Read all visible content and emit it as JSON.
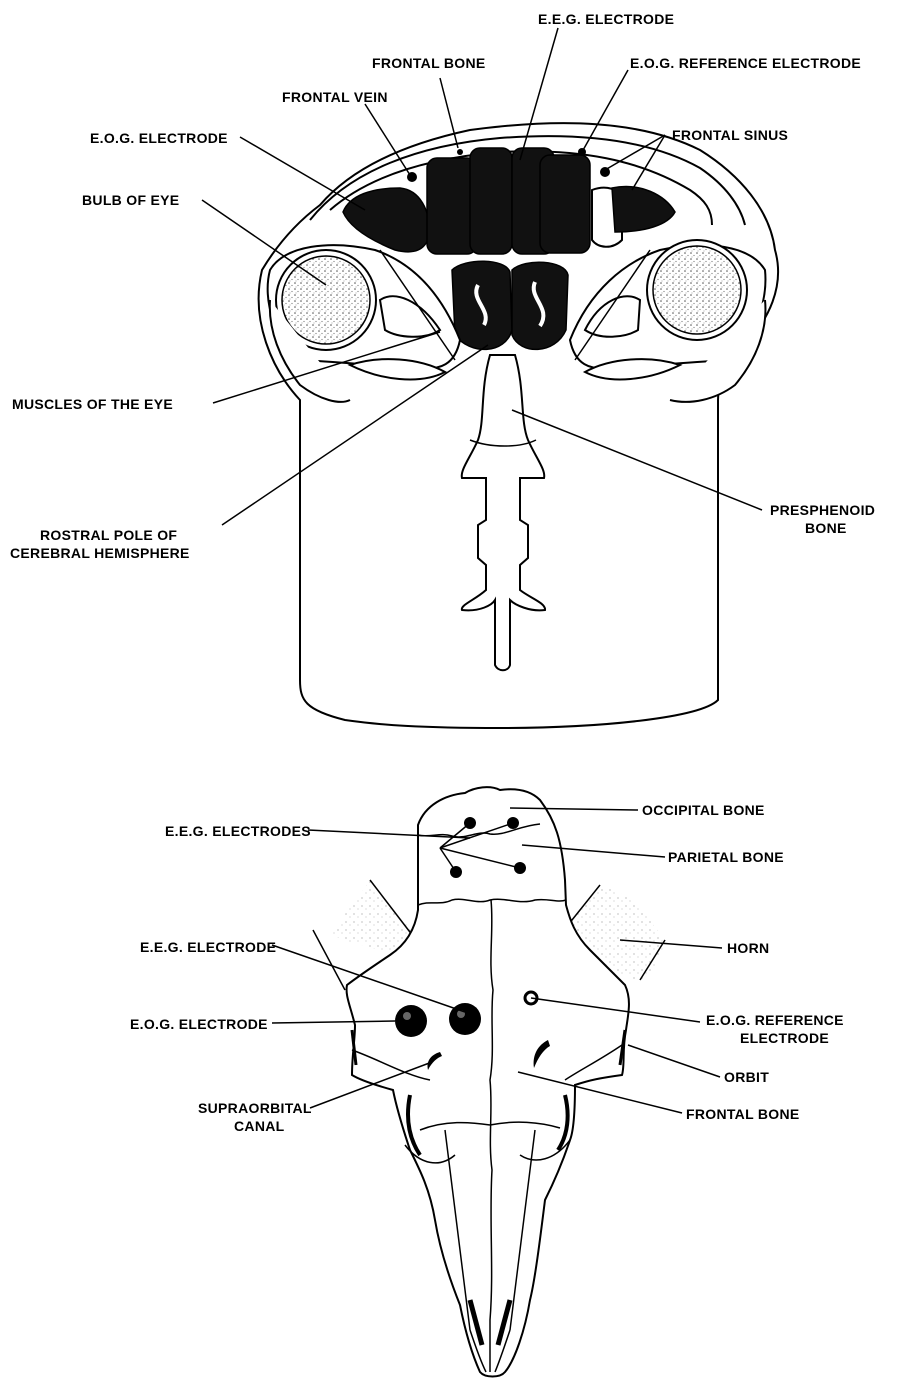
{
  "colors": {
    "ink": "#000000",
    "paper": "#ffffff",
    "stipple": "#bdbdbd"
  },
  "section_labels": {
    "eeg_electrode": "E.E.G. ELECTRODE",
    "frontal_bone": "FRONTAL BONE",
    "eog_reference_electrode": "E.O.G. REFERENCE ELECTRODE",
    "frontal_vein": "FRONTAL VEIN",
    "frontal_sinus": "FRONTAL SINUS",
    "eog_electrode": "E.O.G. ELECTRODE",
    "bulb_of_eye": "BULB OF EYE",
    "muscles_of_eye": "MUSCLES OF THE EYE",
    "rostral_pole_1": "ROSTRAL POLE OF",
    "rostral_pole_2": "CEREBRAL HEMISPHERE",
    "presphenoid_1": "PRESPHENOID",
    "presphenoid_2": "BONE"
  },
  "skull_labels": {
    "occipital_bone": "OCCIPITAL BONE",
    "eeg_electrodes": "E.E.G. ELECTRODES",
    "parietal_bone": "PARIETAL BONE",
    "eeg_electrode": "E.E.G. ELECTRODE",
    "horn": "HORN",
    "eog_electrode": "E.O.G. ELECTRODE",
    "eog_reference_1": "E.O.G. REFERENCE",
    "eog_reference_2": "ELECTRODE",
    "orbit": "ORBIT",
    "supraorbital_1": "SUPRAORBITAL",
    "supraorbital_2": "CANAL",
    "frontal_bone": "FRONTAL BONE"
  }
}
